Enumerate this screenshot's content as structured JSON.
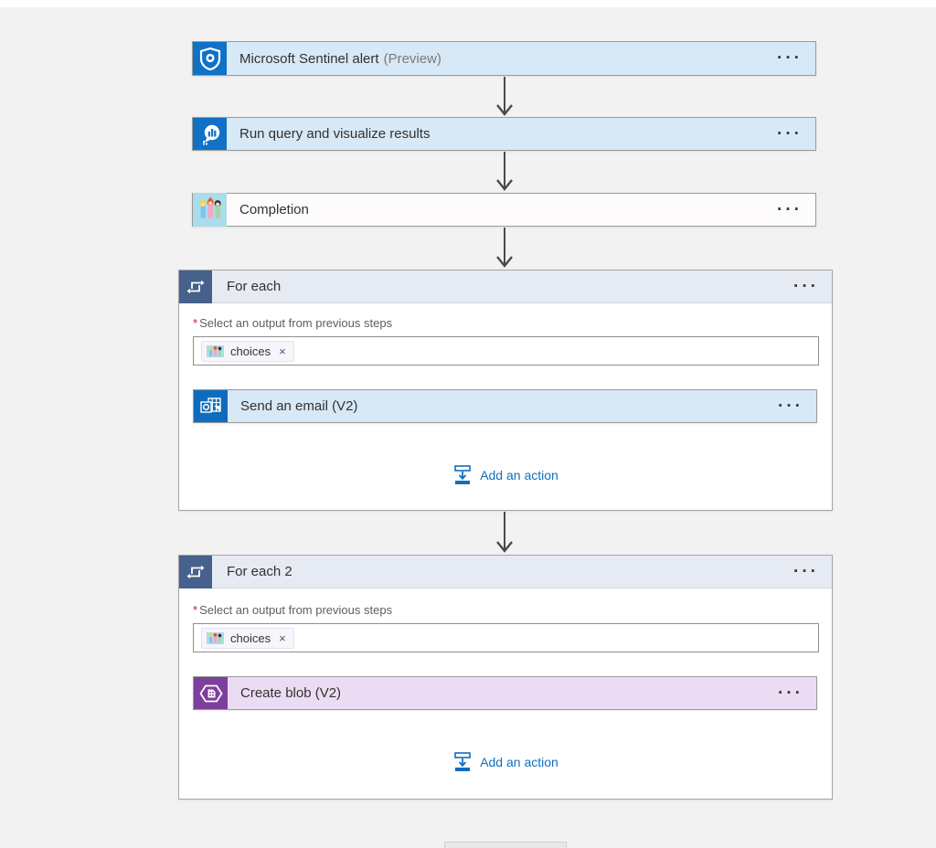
{
  "colors": {
    "canvas_bg": "#f2f2f2",
    "action_bar_blue": "#d7e8f6",
    "blob_bar_purple": "#ecdcf3",
    "scope_header": "#e6eaf2",
    "scope_icon_bg": "#45618c",
    "sentinel_icon_bg": "#1071c7",
    "outlook_icon_bg": "#0f6cbd",
    "blob_icon_bg": "#7c3f9c",
    "link_blue": "#106ebe",
    "arrow_gray": "#4a4a4a"
  },
  "trigger_card": {
    "title": "Microsoft Sentinel alert",
    "badge": "(Preview)",
    "menu": "···"
  },
  "run_query_card": {
    "title": "Run query and visualize results",
    "menu": "···"
  },
  "completion_card": {
    "title": "Completion",
    "menu": "···"
  },
  "foreach1": {
    "title": "For each",
    "menu": "···",
    "required_mark": "*",
    "field_label": "Select an output from previous steps",
    "token": {
      "label": "choices",
      "remove": "×"
    },
    "child_card": {
      "title": "Send an email (V2)",
      "menu": "···"
    },
    "add_action_label": "Add an action"
  },
  "foreach2": {
    "title": "For each 2",
    "menu": "···",
    "required_mark": "*",
    "field_label": "Select an output from previous steps",
    "token": {
      "label": "choices",
      "remove": "×"
    },
    "child_card": {
      "title": "Create blob (V2)",
      "menu": "···"
    },
    "add_action_label": "Add an action"
  }
}
